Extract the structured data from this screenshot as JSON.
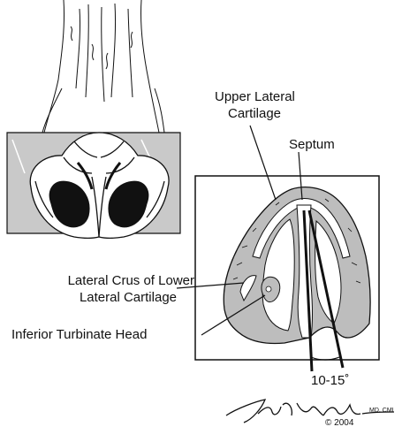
{
  "labels": {
    "upper_lateral_line1": "Upper Lateral",
    "upper_lateral_line2": "Cartilage",
    "septum": "Septum",
    "lateral_crus_line1": "Lateral Crus of Lower",
    "lateral_crus_line2": "Lateral Cartilage",
    "inferior_turbinate": "Inferior Turbinate Head",
    "angle": "10-15˚"
  },
  "credit": {
    "copyright": "© 2004",
    "signature_text": "Bill Walsh MD, CMI"
  },
  "colors": {
    "ink": "#111111",
    "glass_panel": "#c9c9c9",
    "tissue_fill": "#bdbdbd",
    "cartilage_fill": "#ffffff"
  }
}
